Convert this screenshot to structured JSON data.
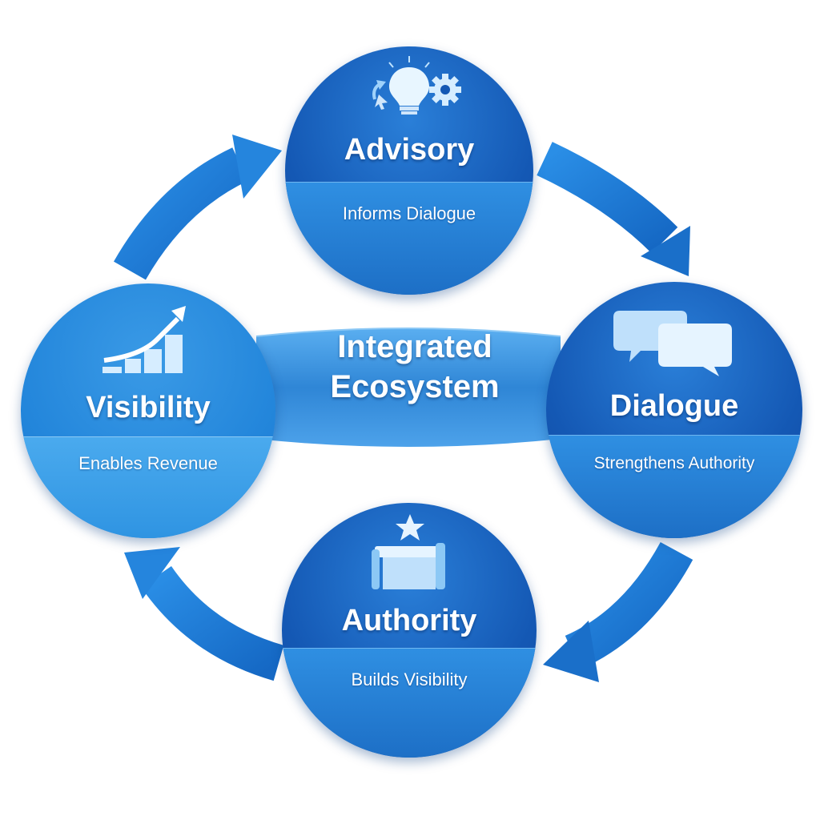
{
  "center": {
    "line1": "Integrated",
    "line2": "Ecosystem"
  },
  "nodes": [
    {
      "id": "advisory",
      "title": "Advisory",
      "subtitle": "Informs Dialogue",
      "icon": "lightbulb-gear-icon"
    },
    {
      "id": "dialogue",
      "title": "Dialogue",
      "subtitle": "Strengthens Authority",
      "icon": "speech-bubbles-icon"
    },
    {
      "id": "authority",
      "title": "Authority",
      "subtitle": "Builds Visibility",
      "icon": "podium-star-icon"
    },
    {
      "id": "visibility",
      "title": "Visibility",
      "subtitle": "Enables Revenue",
      "icon": "growth-chart-icon"
    }
  ],
  "colors": {
    "circle_top": "#1565c0",
    "circle_bottom": "#2196e0",
    "band": "#3aa6ee",
    "arrow": "#1e7fd6",
    "banner": "#3f95dc"
  }
}
